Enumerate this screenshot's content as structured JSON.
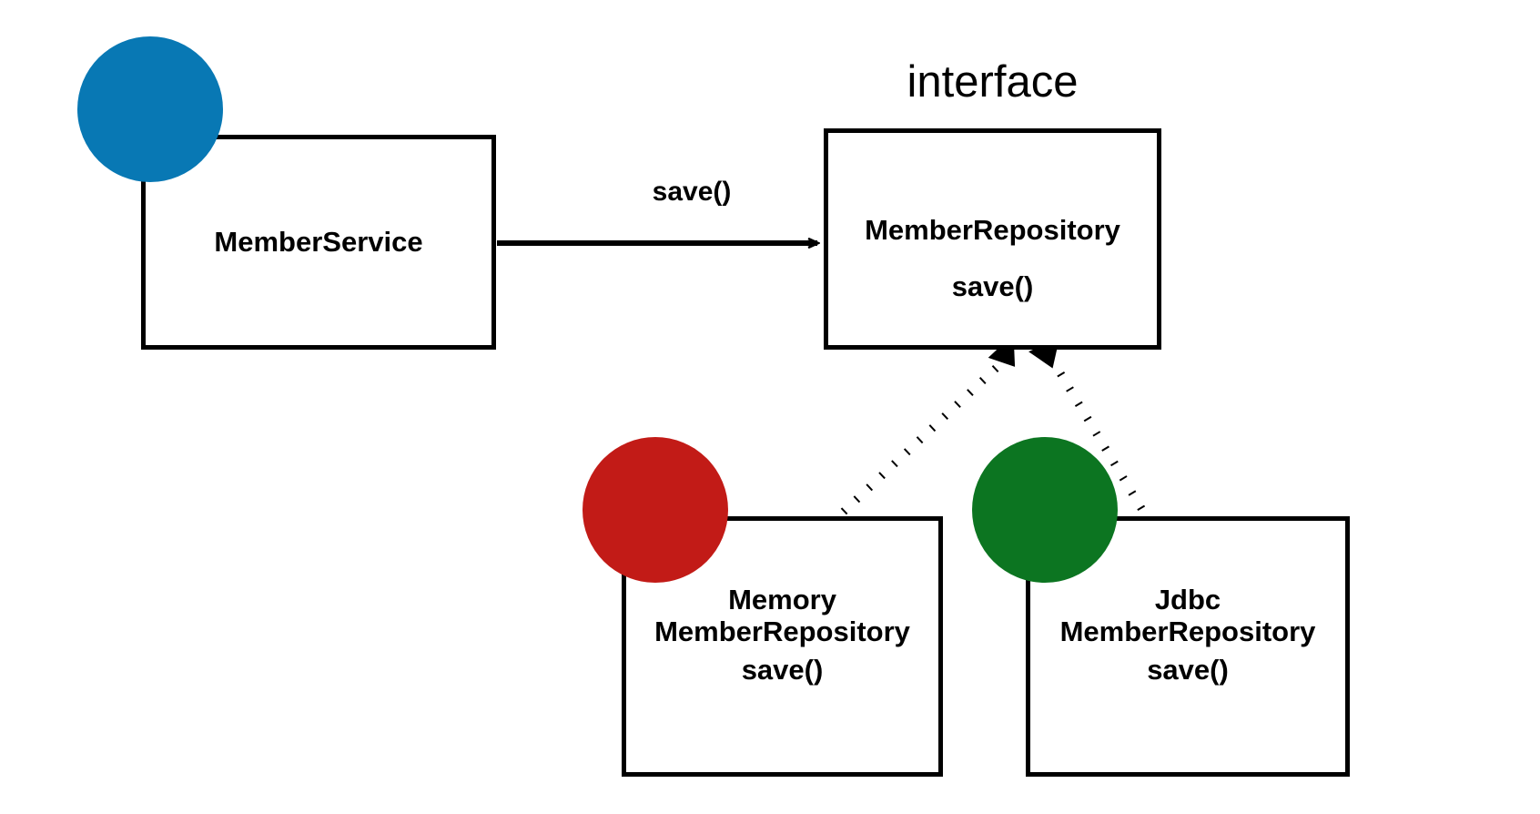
{
  "diagram": {
    "title": "MemberService to MemberRepository dependency diagram",
    "background_color": "#ffffff",
    "line_color": "#000000"
  },
  "stereotype": {
    "interface_label": "interface"
  },
  "edges": {
    "service_to_repository": {
      "label": "save()",
      "style": "solid-open-arrow",
      "from": "MemberService",
      "to": "MemberRepository"
    },
    "memory_implements": {
      "label": "",
      "style": "dotted-closed-arrow",
      "from": "MemoryMemberRepository",
      "to": "MemberRepository"
    },
    "jdbc_implements": {
      "label": "",
      "style": "dotted-closed-arrow",
      "from": "JdbcMemberRepository",
      "to": "MemberRepository"
    }
  },
  "boxes": {
    "member_service": {
      "name": "MemberService",
      "title_lines": [
        "MemberService"
      ],
      "members": []
    },
    "member_repository": {
      "name": "MemberRepository",
      "title_lines": [
        "MemberRepository"
      ],
      "members": [
        "save()"
      ],
      "member_text": "save()"
    },
    "memory_member_repository": {
      "name": "MemoryMemberRepository",
      "title_lines": [
        "Memory",
        "MemberRepository"
      ],
      "title_text": "Memory\nMemberRepository",
      "members": [
        "save()"
      ],
      "member_text": "save()"
    },
    "jdbc_member_repository": {
      "name": "JdbcMemberRepository",
      "title_lines": [
        "Jdbc",
        "MemberRepository"
      ],
      "title_text": "Jdbc\nMemberRepository",
      "members": [
        "save()"
      ],
      "member_text": "save()"
    }
  },
  "dots": {
    "member_service": {
      "color": "#0878b4",
      "label": "blue-node-dot"
    },
    "memory_member_repository": {
      "color": "#c21b17",
      "label": "red-node-dot"
    },
    "jdbc_member_repository": {
      "color": "#0c7521",
      "label": "green-node-dot"
    }
  }
}
